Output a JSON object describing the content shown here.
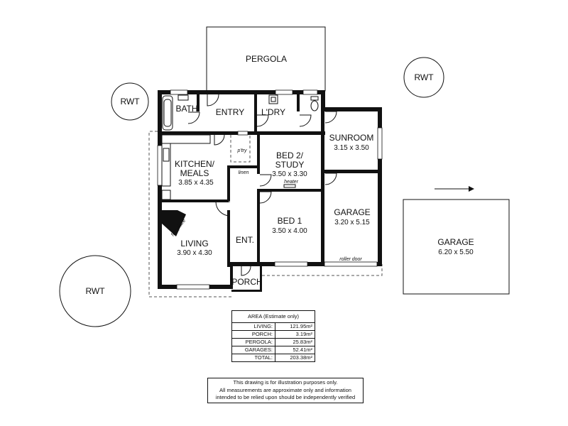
{
  "labels": {
    "pergola": "PERGOLA",
    "rwt": "RWT",
    "bath": "BATH",
    "entry": "ENTRY",
    "ldry": "L'DRY",
    "sunroom": "SUNROOM",
    "sunroom_dim": "3.15 x 3.50",
    "pantry": "p'try",
    "kitchen_line1": "KITCHEN/",
    "kitchen_line2": "MEALS",
    "kitchen_dim": "3.85 x 4.35",
    "bed2_line1": "BED 2/",
    "bed2_line2": "STUDY",
    "bed2_dim": "3.50 x 3.30",
    "linen": "linen",
    "heater": "heater",
    "garage_inner": "GARAGE",
    "garage_inner_dim": "3.20 x 5.15",
    "garage_outer": "GARAGE",
    "garage_outer_dim": "6.20 x 5.50",
    "fireplace": "fire place",
    "living": "LIVING",
    "living_dim": "3.90 x 4.30",
    "ent": "ENT.",
    "bed1": "BED 1",
    "bed1_dim": "3.50 x 4.00",
    "roller_door": "roller door",
    "porch": "PORCH"
  },
  "area_table": {
    "title": "AREA (Estimate only)",
    "rows": [
      {
        "label": "LIVING:",
        "value": "121.95m²"
      },
      {
        "label": "PORCH:",
        "value": "3.19m²"
      },
      {
        "label": "PERGOLA:",
        "value": "25.83m²"
      },
      {
        "label": "GARAGES:",
        "value": "52.41m²"
      },
      {
        "label": "TOTAL:",
        "value": "203.38m²"
      }
    ]
  },
  "disclaimer": {
    "line1": "This drawing is for illustration purposes only.",
    "line2": "All measurements are approximate only and information",
    "line3": "intended to be relied upon should be independently verified"
  }
}
